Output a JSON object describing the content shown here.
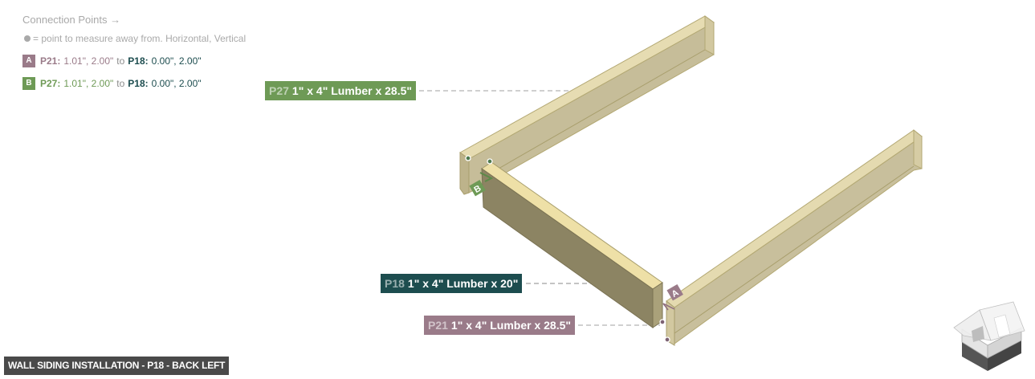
{
  "legend": {
    "title": "Connection Points →",
    "note": "= point to measure away from. Horizontal, Vertical",
    "connections": [
      {
        "badge": "A",
        "color": "#9a7b89",
        "from_part": "P21:",
        "from_value": "1.01\", 2.00\"",
        "to_word": "to",
        "to_part": "P18:",
        "to_value": "0.00\", 2.00\""
      },
      {
        "badge": "B",
        "color": "#6e9a56",
        "from_part": "P27:",
        "from_value": "1.01\", 2.00\"",
        "to_word": "to",
        "to_part": "P18:",
        "to_value": "0.00\", 2.00\""
      }
    ]
  },
  "parts": [
    {
      "id": "P27",
      "desc": "1\" x 4\" Lumber  x 28.5\"",
      "color": "#6e9a56"
    },
    {
      "id": "P18",
      "desc": "1\" x 4\" Lumber  x 20\"",
      "color": "#1d4d4f"
    },
    {
      "id": "P21",
      "desc": "1\" x 4\" Lumber  x 28.5\"",
      "color": "#9a7b89"
    }
  ],
  "markers": {
    "a": "A",
    "b": "B"
  },
  "footer": {
    "title": "WALL SIDING INSTALLATION - P18 - BACK LEFT"
  },
  "view_cube": {
    "icon": "house-3d-view-icon"
  }
}
